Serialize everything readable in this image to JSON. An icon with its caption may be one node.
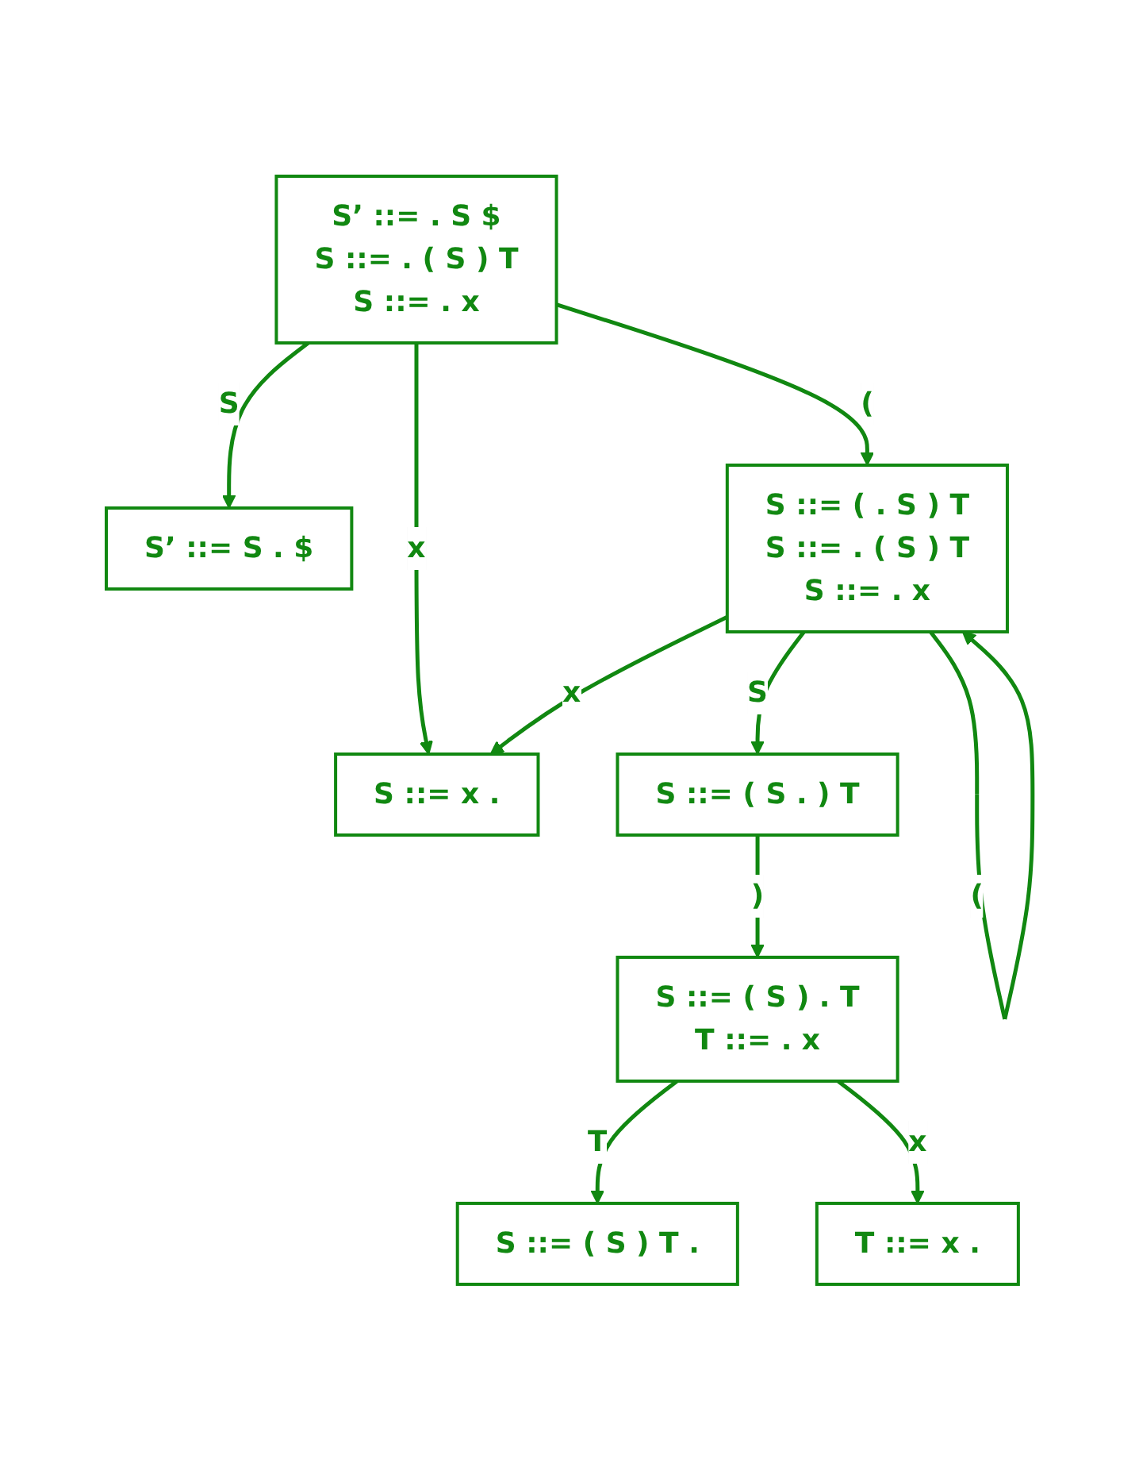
{
  "diagram": {
    "nodes": [
      {
        "text": [
          "S’ ::= . S $",
          "S ::= . ( S ) T",
          "S ::= . x"
        ]
      },
      {
        "text": [
          "S’ ::= S . $"
        ]
      },
      {
        "text": [
          "S ::= x ."
        ]
      },
      {
        "text": [
          "S ::= ( . S ) T",
          "S ::= . ( S ) T",
          "S ::= . x"
        ]
      },
      {
        "text": [
          "S ::= ( S . ) T"
        ]
      },
      {
        "text": [
          "S ::= ( S ) . T",
          "T ::= . x"
        ]
      },
      {
        "text": [
          "S ::= ( S ) T ."
        ]
      },
      {
        "text": [
          "T ::= x ."
        ]
      }
    ],
    "edges": [
      {
        "from": 0,
        "to": 1,
        "arrow": "to",
        "label": "S"
      },
      {
        "from": 0,
        "to": 2,
        "arrow": "to",
        "label": "x"
      },
      {
        "from": 0,
        "to": 3,
        "arrow": "to",
        "label": "("
      },
      {
        "from": 3,
        "to": 3,
        "arrow": "to",
        "label": "("
      },
      {
        "from": 3,
        "to": 2,
        "arrow": "to",
        "label": "x"
      },
      {
        "from": 3,
        "to": 4,
        "arrow": "to",
        "label": "S"
      },
      {
        "from": 4,
        "to": 5,
        "arrow": "to",
        "label": ")"
      },
      {
        "from": 5,
        "to": 6,
        "arrow": "to",
        "label": "T"
      },
      {
        "from": 5,
        "to": 7,
        "arrow": "to",
        "label": "x"
      }
    ]
  }
}
